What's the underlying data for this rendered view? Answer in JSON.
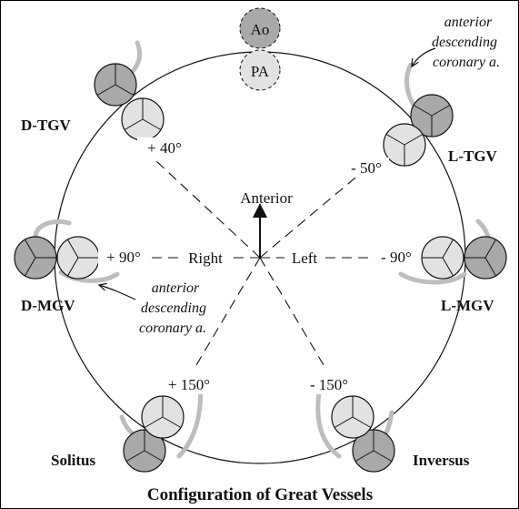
{
  "title": "Configuration of Great Vessels",
  "center": {
    "anterior": "Anterior",
    "right": "Right",
    "left": "Left"
  },
  "reference_vessels": {
    "aorta": "Ao",
    "pulmonary_artery": "PA"
  },
  "angles": {
    "plus_40": "+ 40°",
    "minus_50": "- 50°",
    "plus_90": "+ 90°",
    "minus_90": "- 90°",
    "plus_150": "+ 150°",
    "minus_150": "- 150°"
  },
  "configurations": {
    "d_tgv": "D-TGV",
    "l_tgv": "L-TGV",
    "d_mgv": "D-MGV",
    "l_mgv": "L-MGV",
    "solitus": "Solitus",
    "inversus": "Inversus"
  },
  "annotations": {
    "ad_top": [
      "anterior",
      "descending",
      "coronary a."
    ],
    "ad_left": [
      "anterior",
      "descending",
      "coronary a."
    ]
  },
  "colors": {
    "aorta_fill": "#a9a9a9",
    "pa_fill": "#e2e2e2",
    "coronary_stroke": "#bdbdbd",
    "line": "#111111"
  }
}
